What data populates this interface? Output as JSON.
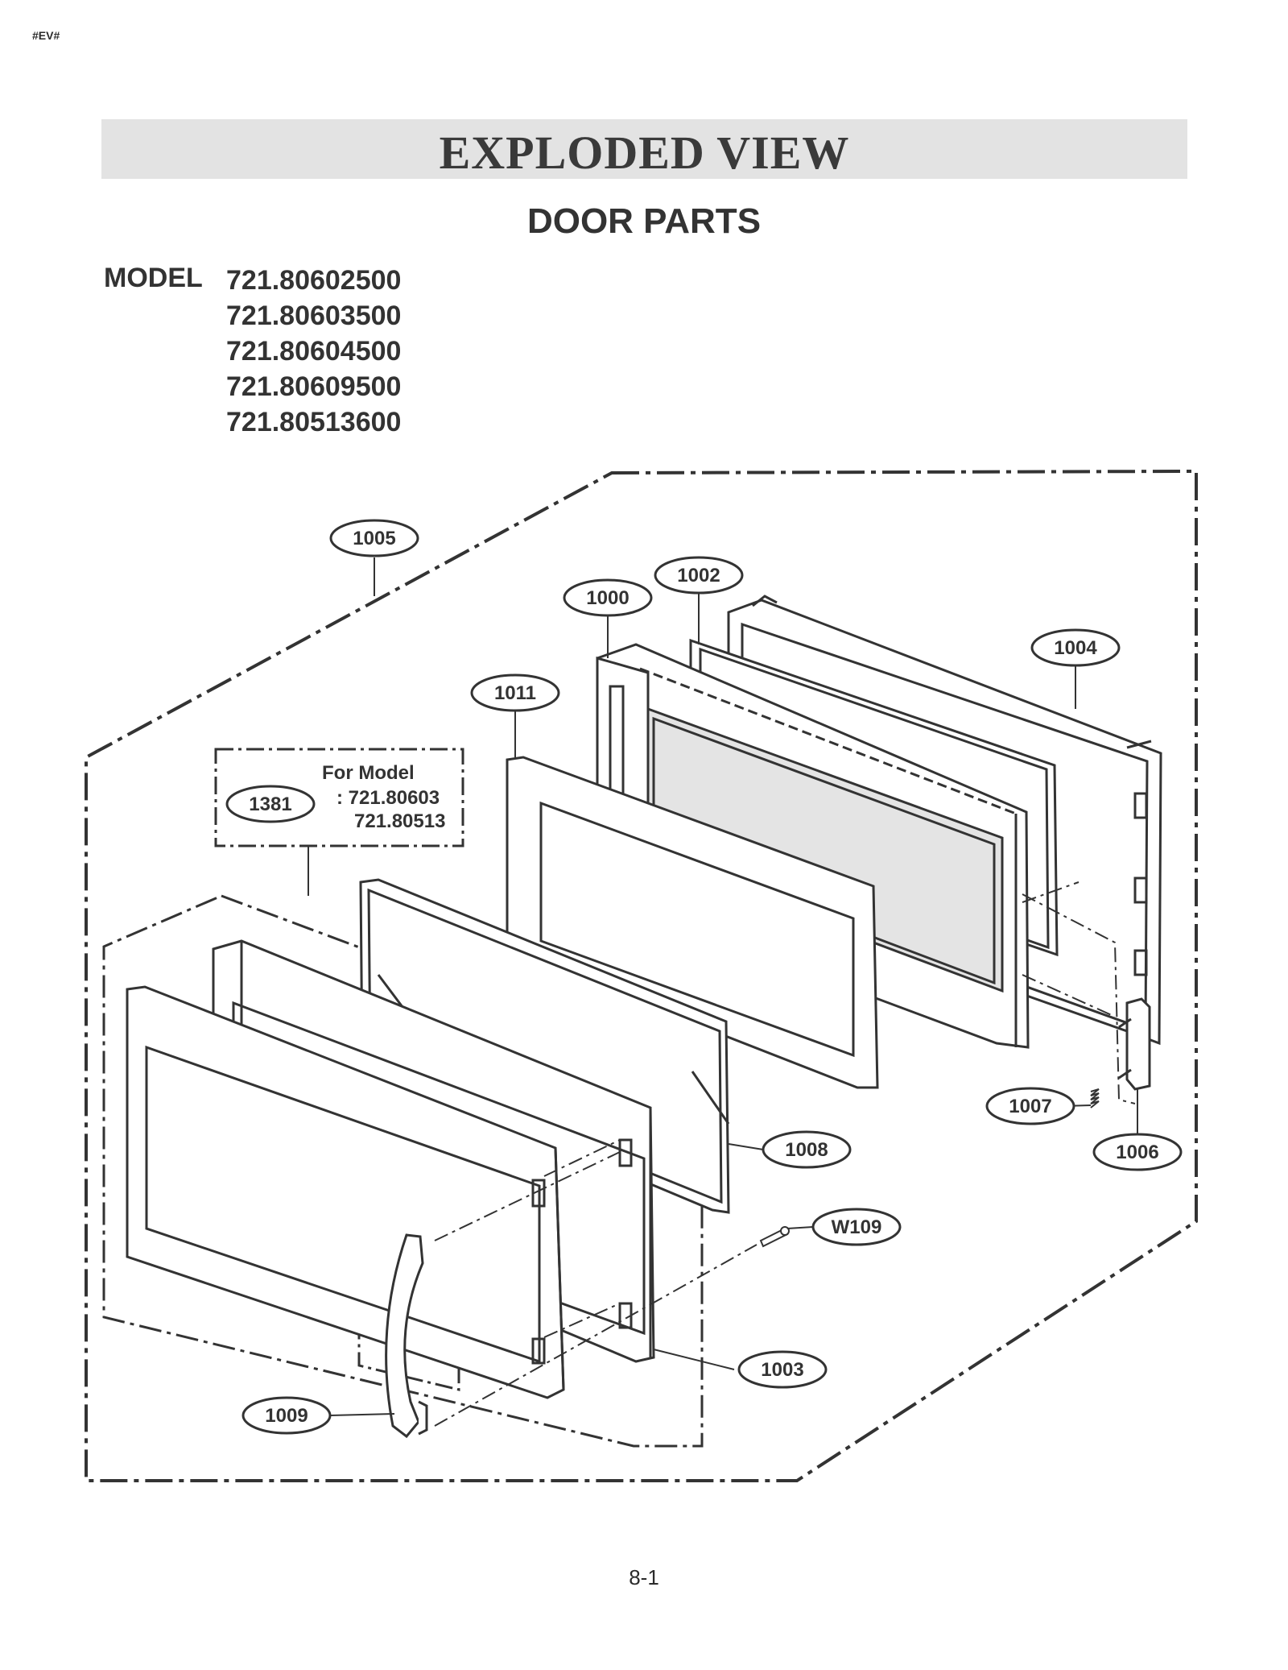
{
  "doc_tag": "#EV#",
  "title": "EXPLODED VIEW",
  "subtitle": "DOOR PARTS",
  "model_label": "MODEL",
  "models": [
    "721.80602500",
    "721.80603500",
    "721.80604500",
    "721.80609500",
    "721.80513600"
  ],
  "callouts": {
    "c1005": "1005",
    "c1002": "1002",
    "c1000": "1000",
    "c1004": "1004",
    "c1011": "1011",
    "c1381": "1381",
    "c1007": "1007",
    "c1006": "1006",
    "c1008": "1008",
    "cW109": "W109",
    "c1003": "1003",
    "c1009": "1009"
  },
  "note": {
    "heading": "For Model",
    "line1": ": 721.80603",
    "line2": "721.80513"
  },
  "page_number": "8-1"
}
